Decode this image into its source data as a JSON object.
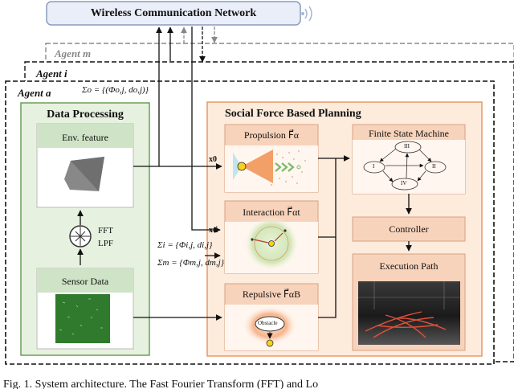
{
  "network": {
    "title": "Wireless Communication Network"
  },
  "agents": {
    "agent_m": "Agent m",
    "agent_i": "Agent i",
    "agent_a": "Agent a"
  },
  "sigma_o": "Σo = {(Φo,j, do,j)}",
  "data_processing": {
    "title": "Data Processing",
    "env_feature": "Env. feature",
    "fft": "FFT",
    "lpf": "LPF",
    "sensor_data": "Sensor Data"
  },
  "planning": {
    "title": "Social Force Based Planning",
    "propulsion": "Propulsion F⃗α",
    "interaction": "Interaction F⃗αt",
    "repulsive": "Repulsive F⃗αB",
    "x0": "x0",
    "xti": "xti",
    "sigma_i": "Σi = {Φi,j, di,j}",
    "sigma_m": "Σm = {Φm,j, dm,j}",
    "fsm": "Finite State Machine",
    "controller": "Controller",
    "execution_path": "Execution Path",
    "obstacle": "Obstacle",
    "fsm_states": [
      "III",
      "I",
      "II",
      "IV"
    ]
  },
  "caption": "Fig. 1.   System architecture. The Fast Fourier Transform (FFT) and Lo",
  "colors": {
    "processing_fill": "#e6f1e0",
    "processing_border": "#5e9a4e",
    "planning_fill": "#fdebdc",
    "planning_border": "#e8925a",
    "node_fill": "#f8d3bb",
    "node_border": "#d9a284",
    "network_fill": "#e9eef8",
    "network_border": "#8a9bc0",
    "sensor_green": "#2f7a2c"
  }
}
